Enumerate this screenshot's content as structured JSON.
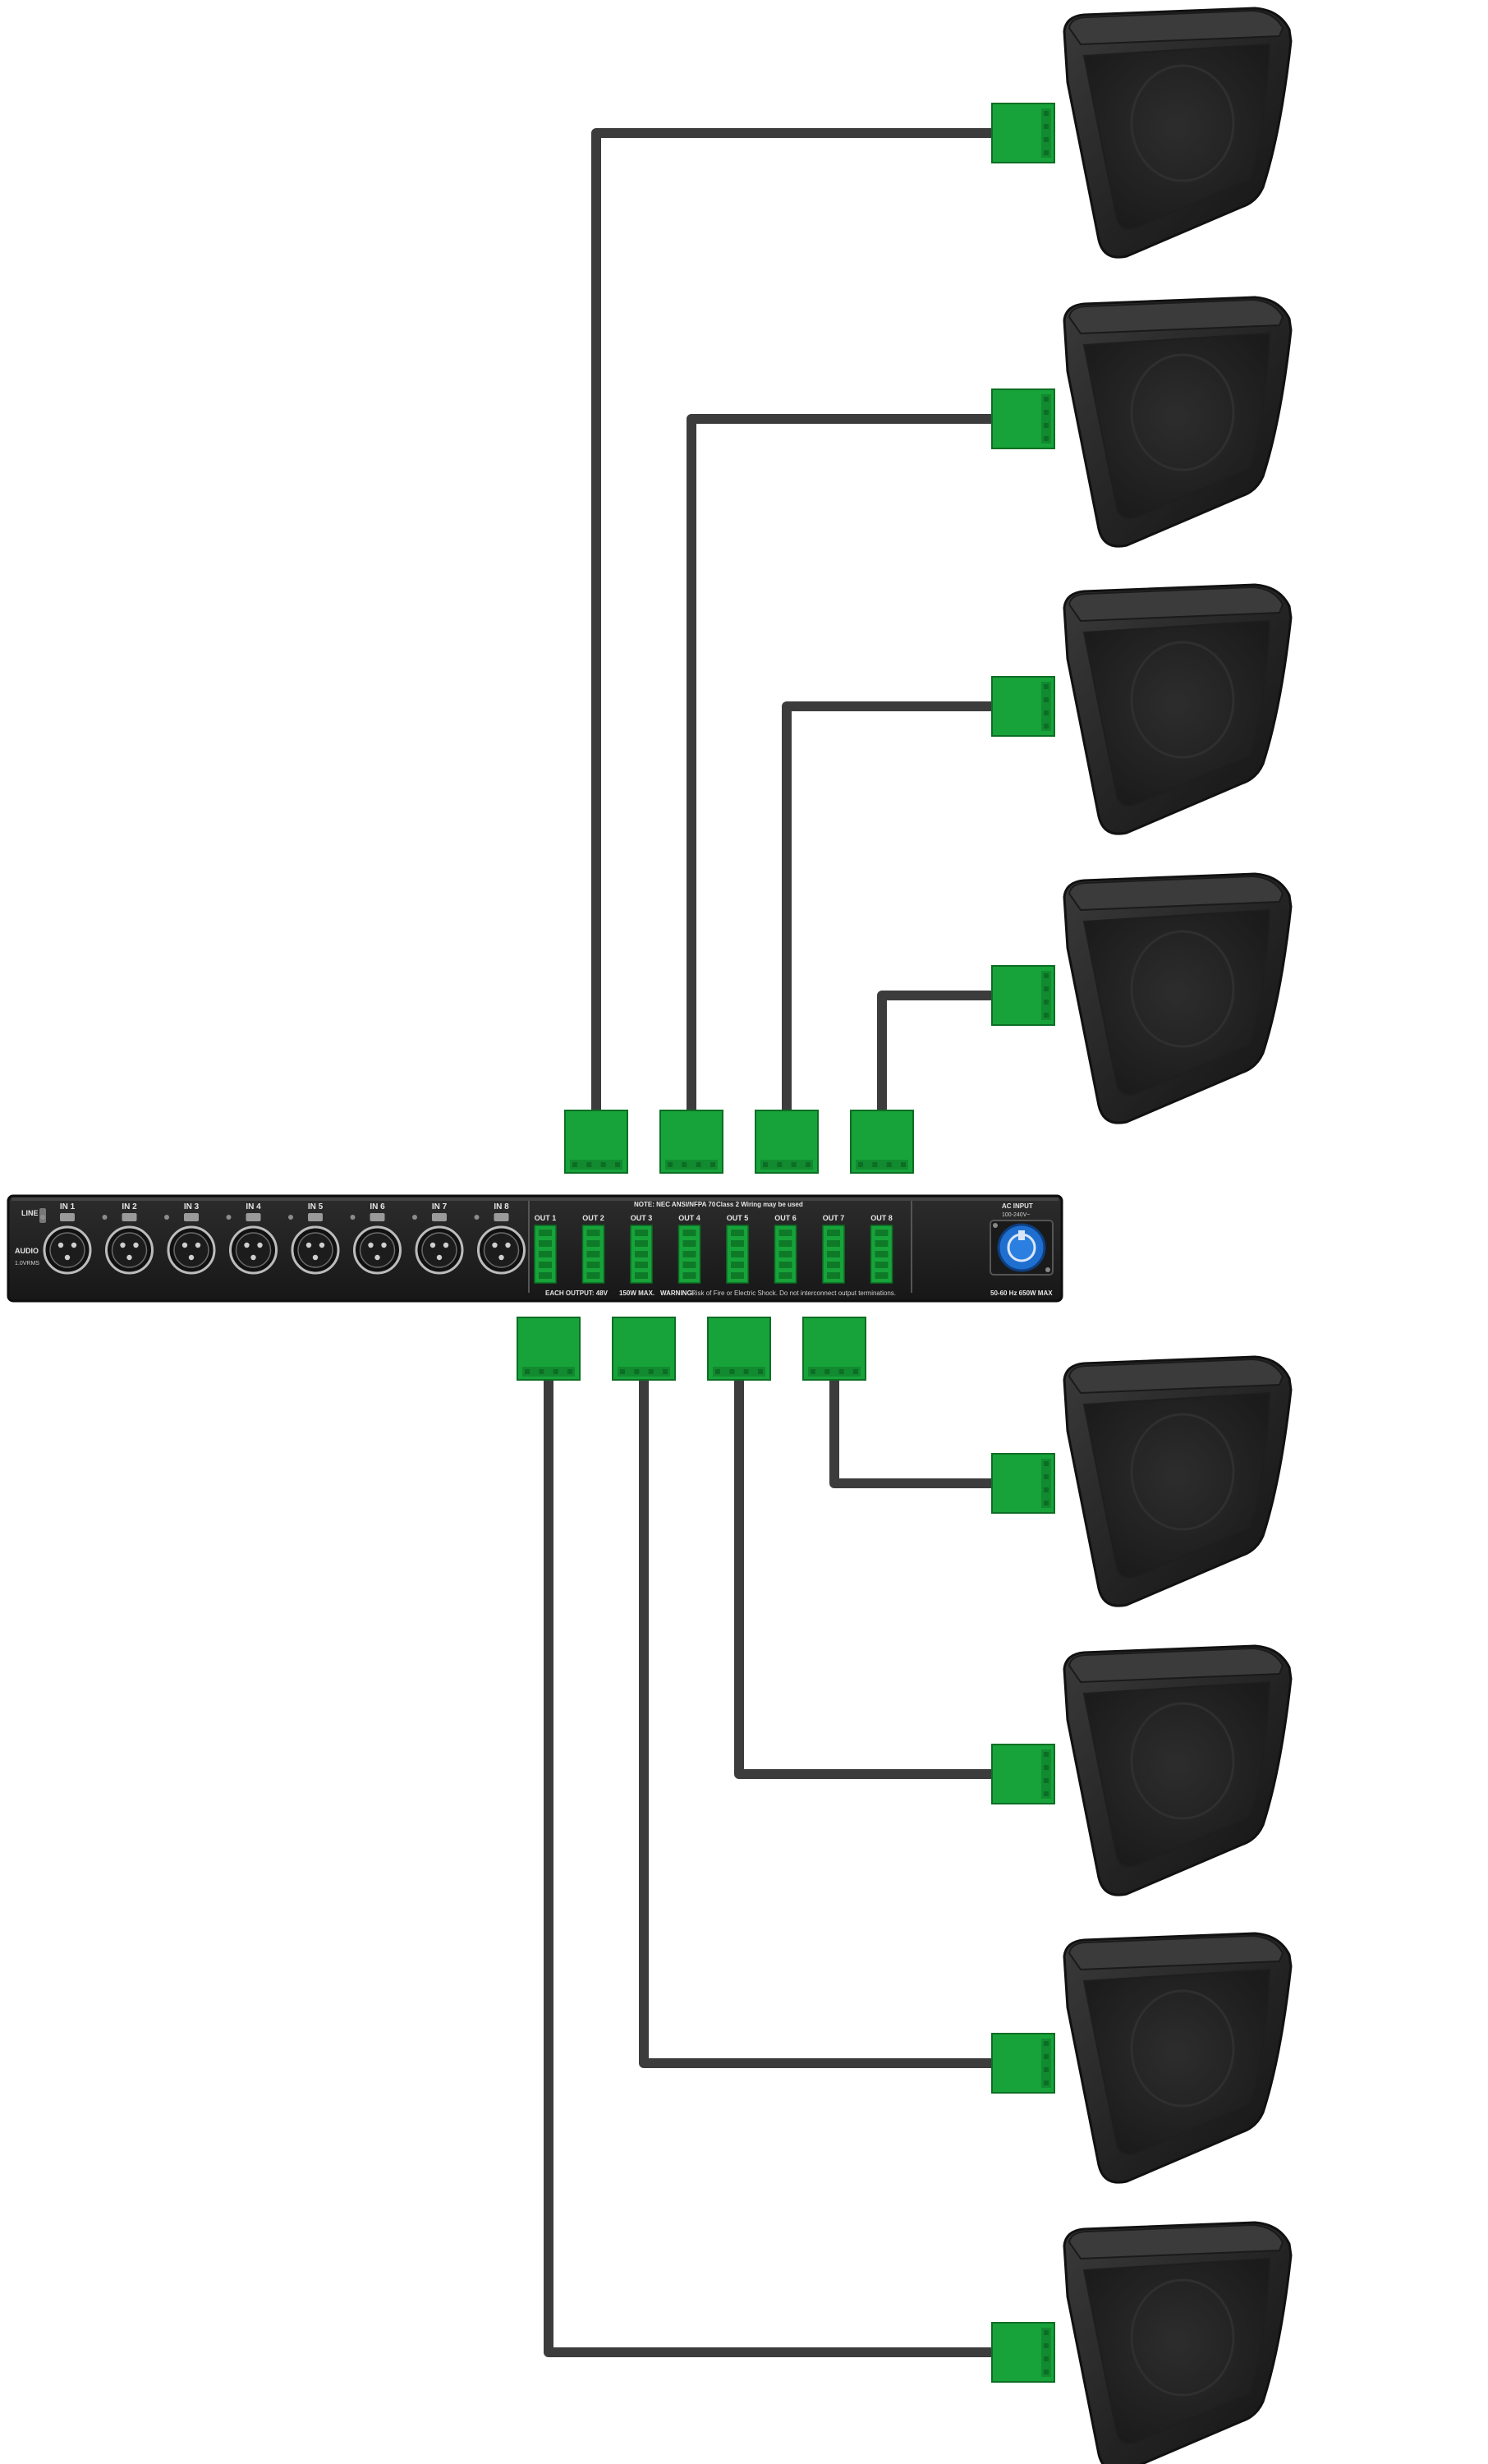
{
  "amplifier": {
    "line_label": "LINE",
    "audio_label": "AUDIO",
    "audio_sub": "1.0VRMS",
    "inputs": [
      "IN 1",
      "IN 2",
      "IN 3",
      "IN 4",
      "IN 5",
      "IN 6",
      "IN 7",
      "IN 8"
    ],
    "outputs": [
      "OUT 1",
      "OUT 2",
      "OUT 3",
      "OUT 4",
      "OUT 5",
      "OUT 6",
      "OUT 7",
      "OUT 8"
    ],
    "note_top": "NOTE: NEC ANSI/NFPA 70",
    "class2_note": "Class 2 Wiring may be used",
    "each_output": "EACH OUTPUT: 48V",
    "max_power": "150W MAX.",
    "warning_label": "WARNING:",
    "warning_text": "Risk of Fire or Electric Shock. Do not interconnect output terminations.",
    "ac_label": "AC INPUT",
    "ac_voltage": "100-240V~",
    "ac_rating": "50-60 Hz 650W MAX"
  },
  "colors": {
    "cable": "#3c3c3c",
    "connector": "#17a33a",
    "connector_dark": "#0c6e24",
    "chassis": "#232323",
    "speaker": "#262626",
    "powercon": "#1f6fd1"
  }
}
